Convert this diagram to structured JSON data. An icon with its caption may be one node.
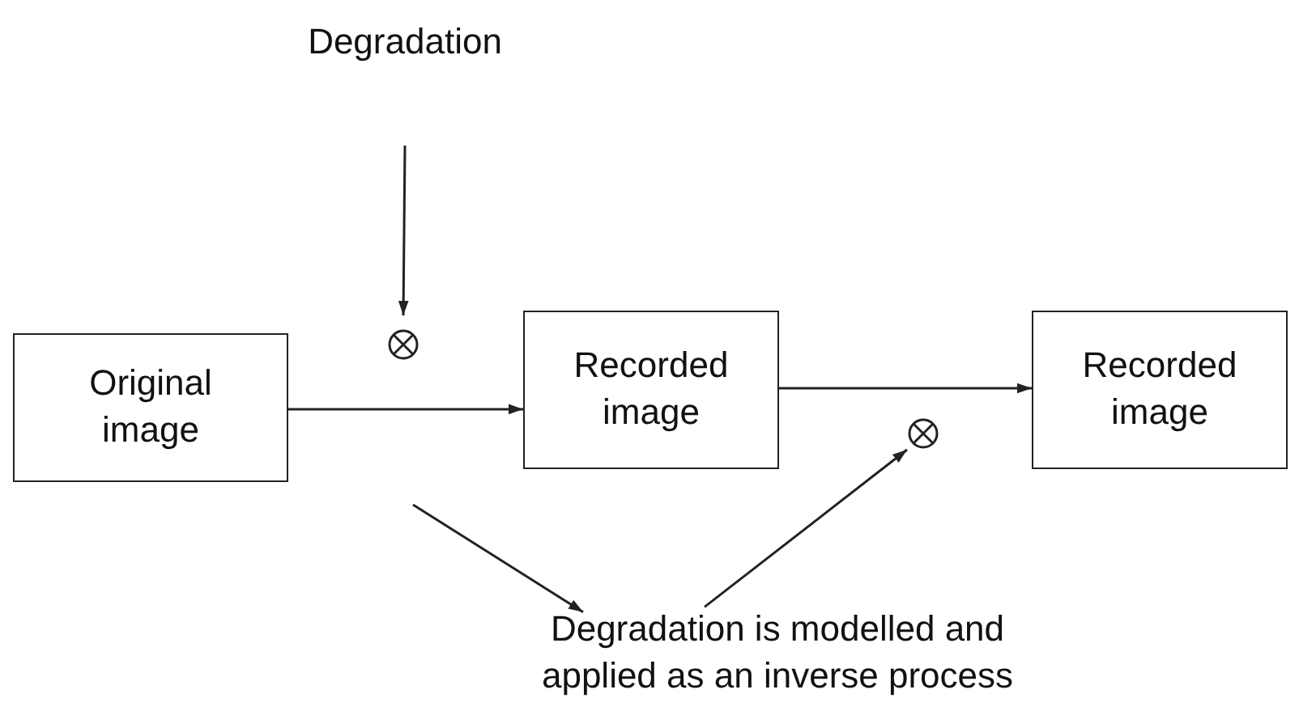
{
  "diagram": {
    "nodes": [
      {
        "text": [
          "Degradation"
        ]
      },
      {
        "text": [
          "Original image"
        ]
      },
      {
        "text": [
          "Recorded image"
        ]
      },
      {
        "text": [
          "Recorded image"
        ]
      },
      {
        "text": [],
        "shape": "circle"
      },
      {
        "text": [],
        "shape": "circle"
      },
      {
        "text": [
          "Degradation is modelled and applied as an inverse process"
        ]
      }
    ],
    "edges": [
      {
        "from": 0,
        "to": 4,
        "arrow": "to"
      },
      {
        "from": 1,
        "to": 2,
        "arrow": "to"
      },
      {
        "from": 2,
        "to": 3,
        "arrow": "to"
      },
      {
        "from": null,
        "to": 6,
        "arrow": "to"
      },
      {
        "from": 6,
        "to": 5,
        "arrow": "to"
      }
    ]
  }
}
